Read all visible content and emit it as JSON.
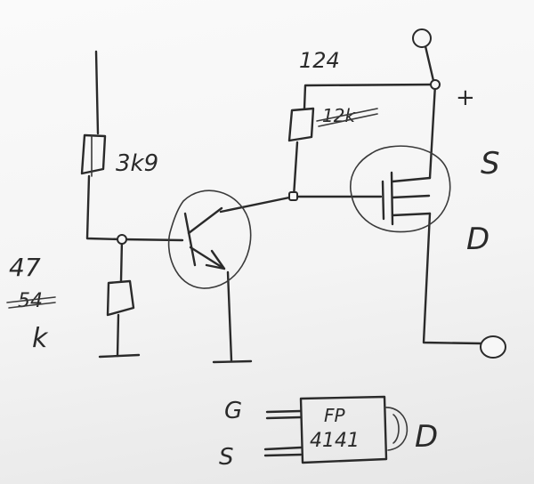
{
  "labels": {
    "r_top": "124",
    "r_top_struck": "12k",
    "r_left": "3k9",
    "r_bottom_top": "47",
    "r_bottom_struck": "54",
    "r_bottom_unit": "k",
    "plus": "+",
    "mosfet_s": "S",
    "mosfet_d": "D",
    "pkg_g": "G",
    "pkg_s": "S",
    "pkg_d": "D",
    "pkg_line1": "FP",
    "pkg_line2": "4141"
  },
  "colors": {
    "ink": "#2a2a2a",
    "paper": "#f4f4f4"
  }
}
